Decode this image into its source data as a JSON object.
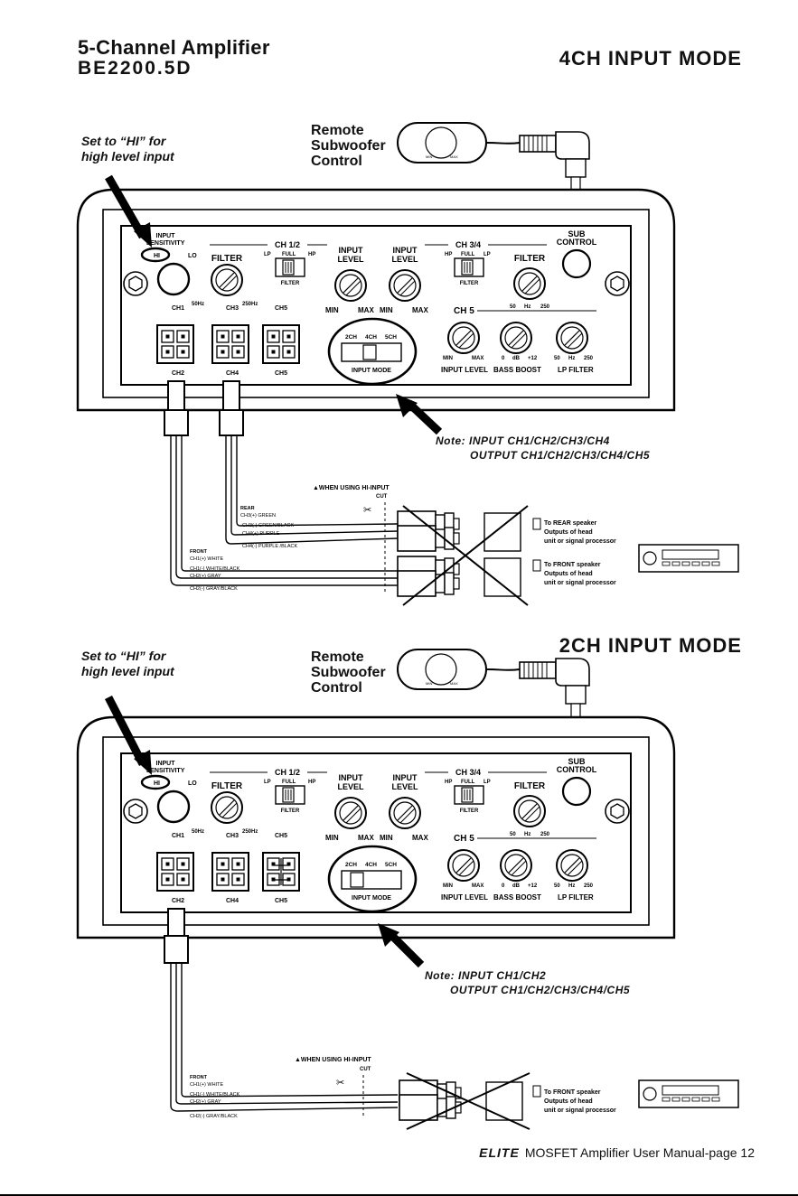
{
  "header": {
    "title": "5-Channel Amplifier",
    "model": "BE2200.5D"
  },
  "sections": [
    {
      "mode_title": "4CH INPUT MODE",
      "callout": [
        "Set to “HI” for",
        "high level input"
      ],
      "remote": [
        "Remote",
        "Subwoofer",
        "Control"
      ],
      "note": [
        "Note: INPUT CH1/CH2/CH3/CH4",
        "OUTPUT CH1/CH2/CH3/CH4/CH5"
      ],
      "hi_input_label": "▲WHEN USING HI-INPUT",
      "cut": "CUT",
      "wire_labels": [
        "REAR",
        "CH3(+) GREEN",
        "CH3(-) GREEN/BLACK",
        "CH4(+) PURPLE",
        "CH4(-) PURPLE /BLACK",
        "FRONT",
        "CH1(+) WHITE",
        "CH1(-) WHITE/BLACK",
        "CH2(+) GRAY",
        "CH2(-) GRAY/BLACK"
      ],
      "outputs": [
        {
          "line1": "To REAR speaker",
          "line2": "Outputs of head",
          "line3": "unit or signal processor"
        },
        {
          "line1": "To FRONT speaker",
          "line2": "Outputs of head",
          "line3": "unit or signal processor"
        }
      ]
    },
    {
      "mode_title": "2CH INPUT MODE",
      "callout": [
        "Set to “HI” for",
        "high level input"
      ],
      "remote": [
        "Remote",
        "Subwoofer",
        "Control"
      ],
      "note": [
        "Note: INPUT CH1/CH2",
        "OUTPUT CH1/CH2/CH3/CH4/CH5"
      ],
      "hi_input_label": "▲WHEN USING HI-INPUT",
      "cut": "CUT",
      "wire_labels": [
        "FRONT",
        "CH1(+) WHITE",
        "CH1(-) WHITE/BLACK",
        "CH2(+) GRAY",
        "CH2(-) GRAY/BLACK"
      ],
      "outputs": [
        {
          "line1": "To FRONT speaker",
          "line2": "Outputs of head",
          "line3": "unit or signal processor"
        }
      ]
    }
  ],
  "panel": {
    "input_sensitivity": [
      "INPUT",
      "SENSITIVITY"
    ],
    "hi": "HI",
    "lo": "LO",
    "filter": "FILTER",
    "ch12": "CH 1/2",
    "ch34": "CH 3/4",
    "lp": "LP",
    "full": "FULL",
    "hp": "HP",
    "input_level": [
      "INPUT",
      "LEVEL"
    ],
    "sub_control": [
      "SUB",
      "CONTROL"
    ],
    "hz50": "50Hz",
    "hz250": "250Hz",
    "min": "MIN",
    "max": "MAX",
    "ch5": "CH 5",
    "hz_row": [
      "50",
      "Hz",
      "250"
    ],
    "db_row": [
      "0",
      "dB",
      "+12"
    ],
    "mode_switch": [
      "2CH",
      "4CH",
      "5CH"
    ],
    "input_mode": "INPUT MODE",
    "bottom_labels": [
      "INPUT LEVEL",
      "BASS BOOST",
      "LP FILTER"
    ],
    "ch_top": [
      "CH1",
      "CH3",
      "CH5"
    ],
    "ch_bottom": [
      "CH2",
      "CH4",
      "CH5"
    ],
    "remote_min": "MIN",
    "remote_max": "MAX"
  },
  "footer": {
    "brand": "ELITE",
    "text": "MOSFET Amplifier User Manual-page 12"
  }
}
